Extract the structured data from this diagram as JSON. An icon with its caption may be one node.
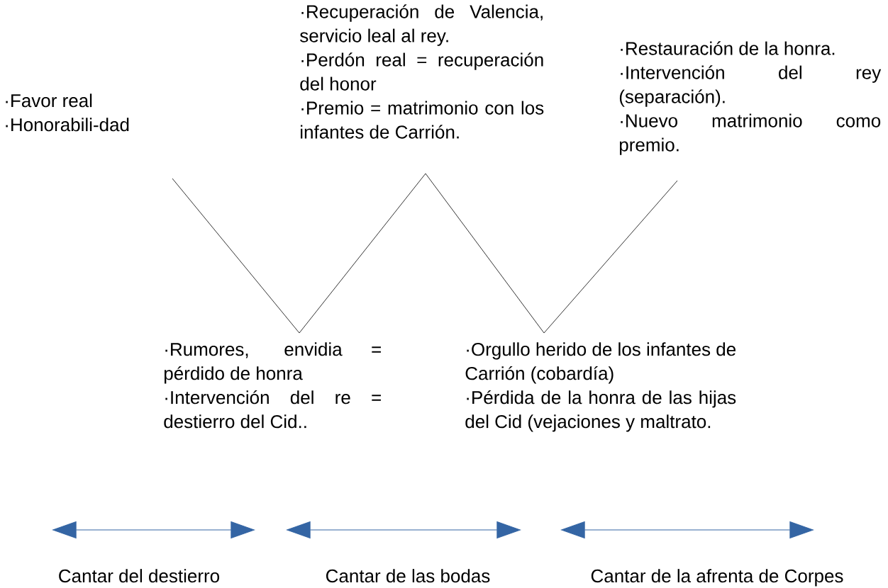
{
  "diagram": {
    "labels": [
      "·Recuperación de Valencia, servicio leal al rey.",
      "·Perdón real = recuperación del honor",
      "·Premio = matrimonio con los infantes de Carrión.",
      "·Restauración de la honra.",
      "·Intervención del rey (separación).",
      "·Nuevo matrimonio como premio.",
      "·Favor real",
      "·Honorabili-dad",
      "·Rumores, envidia = pérdido de honra",
      "·Intervención del re = destierro del Cid..",
      "·Orgullo herido de los infantes de Carrión (cobardía)",
      "·Pérdida de la honra de las hijas del Cid (vejaciones y maltrato.",
      "Cantar del destierro",
      "Cantar de las bodas",
      "Cantar de la afrenta de Corpes"
    ]
  }
}
